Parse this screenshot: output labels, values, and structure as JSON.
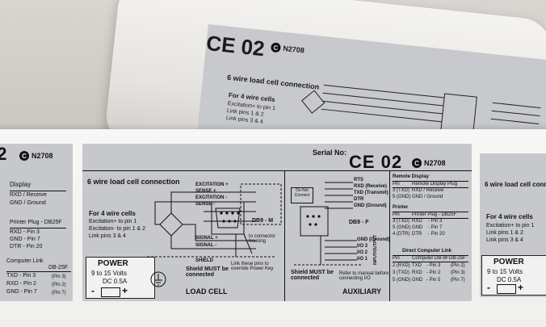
{
  "roll": {
    "ce": "CE 02",
    "badge": "N2708",
    "title": "6 wire load cell connection",
    "sub": "For 4 wire cells",
    "lines": [
      "Excitation+ to pin 1",
      "Link pins 1 & 2",
      "Link pins 3 & 4"
    ]
  },
  "left": {
    "ce": "02",
    "badge": "N2708",
    "rd_title": "Display",
    "rd_lines": [
      "RXD / Receive",
      "GND / Ground"
    ],
    "pp_title": "Printer Plug - DB25F",
    "pp_lines": [
      "RXD  - Pin 3",
      "GND  - Pin 7",
      "DTR  - Pin 20"
    ],
    "cl_title": "Computer Link",
    "cl_db": "DB-25F",
    "cl_lines": [
      "TXD  - Pin 3",
      "RXD  - Pin 2",
      "GND  - Pin 7"
    ],
    "cl_pins": [
      "(Pin 3)",
      "(Pin 2)",
      "(Pin 7)"
    ]
  },
  "main": {
    "serial_label": "Serial No:",
    "ce": "CE 02",
    "badge": "N2708",
    "title": "6 wire load cell connection",
    "loadcell": {
      "four_wire": "For 4 wire cells",
      "lines": [
        "Excitation+ to pin 1",
        "Excitation- to pin 1 & 2",
        "Link pins 3 & 4"
      ],
      "wires": [
        "EXCITATION +",
        "SENSE +",
        "EXCITATION -",
        "SENSE -",
        "SIGNAL +",
        "SIGNAL -"
      ],
      "db": "DB9 - M",
      "connector_note": "to connector housing",
      "shield": "SHIELD",
      "shield_note": "Shield MUST be connected",
      "link_note": "Link these pins to override Power Key",
      "section": "LOAD CELL"
    },
    "aux": {
      "dnc": "Do Not Connect",
      "signals": [
        "RTS",
        "RXD (Receive)",
        "TXD (Transmit)",
        "DTR",
        "GND (Ground)"
      ],
      "db": "DB9 - F",
      "gnd": "GND (Ground)",
      "io": [
        "I/O 3",
        "I/O 2",
        "I/O 1"
      ],
      "io_side": "INPUT/OUTPUT",
      "shield_note": "Shield MUST be connected",
      "manual_note": "Refer to manual before connecting I/O",
      "section": "AUXILIARY"
    },
    "remote": {
      "title": "Remote Display",
      "col1": "Pin",
      "col2": "Remote Display Plug",
      "rows": [
        [
          "3 (TXD)",
          "RXD / Receive"
        ],
        [
          "5 (GND)",
          "GND / Ground"
        ]
      ]
    },
    "printer": {
      "title": "Printer",
      "col1": "Pin",
      "col2": "Printer Plug - DB25F",
      "rows": [
        [
          "3 (TXD)",
          "RXD",
          "- Pin 3"
        ],
        [
          "5 (GND)",
          "GND",
          "- Pin 7"
        ],
        [
          "4 (DTR)",
          "DTR",
          "- Pin 20"
        ]
      ]
    },
    "computer": {
      "title": "Direct Computer Link",
      "col1": "Pin",
      "col2": "Computer DB-9F",
      "col3": "DB-25F",
      "rows": [
        [
          "2 (RXD)",
          "TXD",
          "- Pin 3",
          "(Pin 2)"
        ],
        [
          "3 (TXD)",
          "RXD",
          "- Pin 2",
          "(Pin 3)"
        ],
        [
          "5 (GND)",
          "GND",
          "- Pin 5",
          "(Pin 7)"
        ]
      ]
    },
    "power": {
      "title": "POWER",
      "volts": "9 to 15 Volts",
      "dc": "DC 0.5A",
      "minus": "-",
      "plus": "+"
    }
  },
  "right": {
    "title": "6 wire load cell connection",
    "four_wire": "For 4 wire cells",
    "lines": [
      "Excitation+ to pin 1",
      "Link pins 1 & 2",
      "Link pins 3 & 4"
    ],
    "power": {
      "title": "POWER",
      "volts": "9 to 15 Volts",
      "dc": "DC 0.5A",
      "minus": "-",
      "plus": "+"
    }
  },
  "colors": {
    "label": "#c6c8cb",
    "ink": "#111111",
    "paper": "#f7f7f6"
  }
}
